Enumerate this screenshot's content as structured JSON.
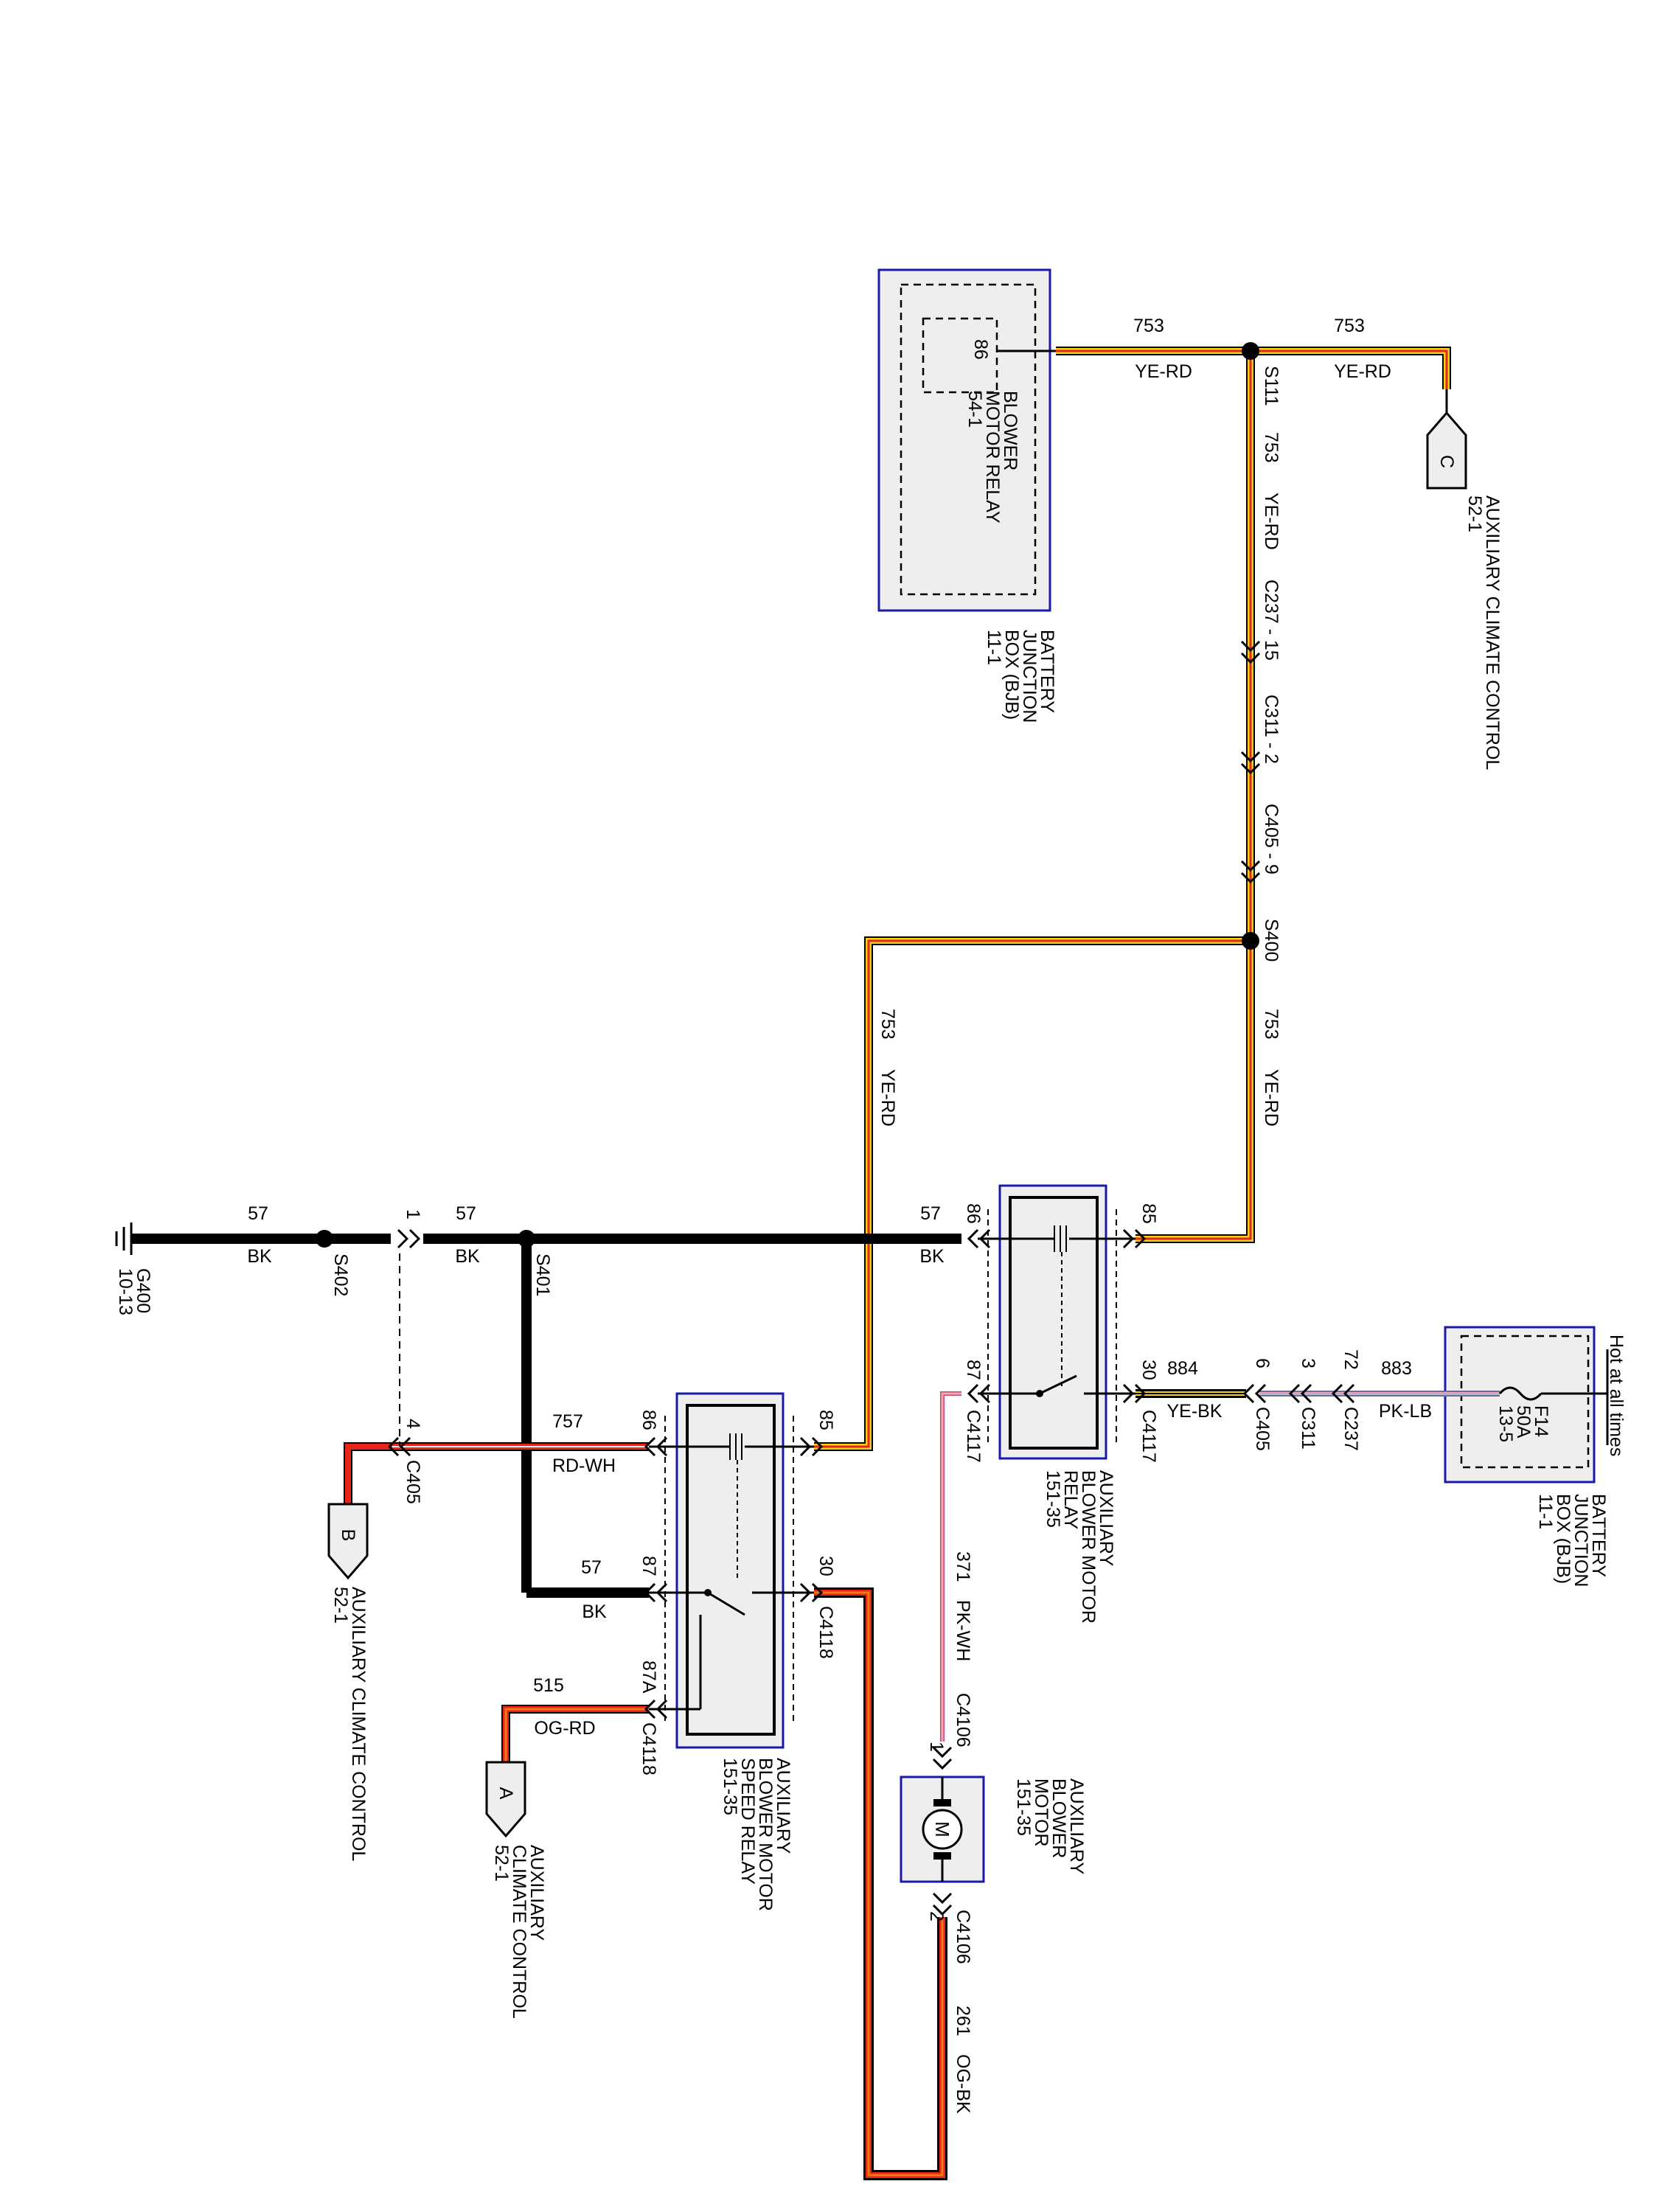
{
  "wires": {
    "w753": "753",
    "ye_rd": "YE-RD",
    "w57": "57",
    "bk": "BK",
    "w757": "757",
    "rd_wh": "RD-WH",
    "w515": "515",
    "og_rd": "OG-RD",
    "w371": "371",
    "pk_wh": "PK-WH",
    "w261": "261",
    "og_bk": "OG-BK",
    "w884": "884",
    "ye_bk": "YE-BK",
    "w883": "883",
    "pk_lb": "PK-LB"
  },
  "splices": {
    "s111": "S111",
    "s400": "S400",
    "s401": "S401",
    "s402": "S402"
  },
  "connectors": {
    "c237_15": "C237 - 15",
    "c311_2": "C311 - 2",
    "c405_9": "C405 - 9",
    "c4117": "C4117",
    "c4118": "C4118",
    "c4106": "C4106",
    "c405": "C405",
    "c311": "C311",
    "c237": "C237"
  },
  "pins": {
    "p86": "86",
    "p85": "85",
    "p87": "87",
    "p30": "30",
    "p87a": "87A",
    "p1": "1",
    "p2": "2",
    "p4": "4",
    "p6": "6",
    "p3": "3",
    "p72": "72"
  },
  "components": {
    "bjb_top": {
      "line1": "BATTERY",
      "line2": "JUNCTION",
      "line3": "BOX (BJB)",
      "line4": "11-1"
    },
    "blower_motor_relay": {
      "pin": "86",
      "line1": "BLOWER",
      "line2": "MOTOR RELAY",
      "line3": "54-1"
    },
    "aux_cc_c": {
      "letter": "C",
      "line1": "AUXILIARY CLIMATE CONTROL",
      "line2": "52-1"
    },
    "aux_cc_b": {
      "letter": "B",
      "line1": "AUXILIARY CLIMATE CONTROL",
      "line2": "52-1"
    },
    "aux_cc_a": {
      "letter": "A",
      "line1": "AUXILIARY",
      "line2": "CLIMATE CONTROL",
      "line3": "52-1"
    },
    "aux_blower_motor_relay": {
      "line1": "AUXILIARY",
      "line2": "BLOWER MOTOR",
      "line3": "RELAY",
      "line4": "151-35"
    },
    "aux_blower_motor_speed_relay": {
      "line1": "AUXILIARY",
      "line2": "BLOWER MOTOR",
      "line3": "SPEED RELAY",
      "line4": "151-35"
    },
    "aux_blower_motor": {
      "symbol": "M",
      "line1": "AUXILIARY",
      "line2": "BLOWER",
      "line3": "MOTOR",
      "line4": "151-35"
    },
    "bjb_right": {
      "hot": "Hot at all times",
      "fuse": "F14",
      "amps": "50A",
      "ref": "13-5",
      "line1": "BATTERY",
      "line2": "JUNCTION",
      "line3": "BOX (BJB)",
      "line4": "11-1"
    },
    "ground": {
      "name": "G400",
      "ref": "10-13"
    }
  },
  "colors": {
    "yellow": "#f2d21b",
    "red": "#e8251a",
    "orange": "#f07a12",
    "black": "#000000",
    "pink": "#f4a6b8",
    "lightblue": "#8fb7e0",
    "box_border": "#1a1aa8",
    "box_fill": "#eeeeee"
  }
}
